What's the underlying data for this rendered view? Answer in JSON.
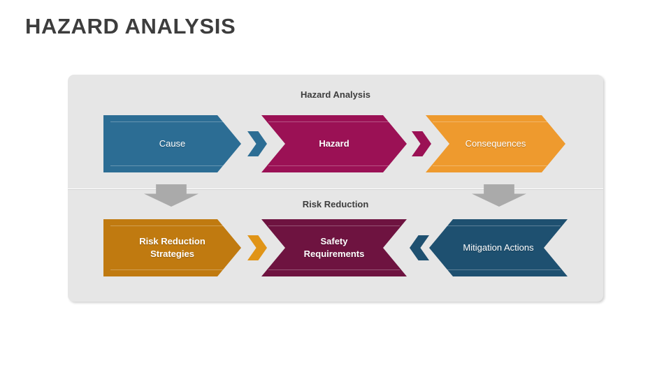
{
  "title": "HAZARD ANALYSIS",
  "panel": {
    "sections": [
      {
        "id": "hazard-analysis",
        "heading": "Hazard Analysis"
      },
      {
        "id": "risk-reduction",
        "heading": "Risk Reduction"
      }
    ]
  },
  "hazard_row": {
    "shapes": [
      {
        "label": "Cause",
        "shape": "pentagon-right",
        "color": "#2c6d94",
        "bold": false
      },
      {
        "label": "Hazard",
        "shape": "chevron-right",
        "color": "#9b1155",
        "bold": true
      },
      {
        "label": "Consequences",
        "shape": "chevron-right",
        "color": "#ee9a2e",
        "bold": false
      }
    ],
    "connectors": [
      {
        "name": "connector-cause-to-hazard",
        "direction": "right",
        "color": "#2c6d94"
      },
      {
        "name": "connector-hazard-to-consequences",
        "direction": "right",
        "color": "#9b1155"
      }
    ]
  },
  "risk_row": {
    "shapes": [
      {
        "label": "Risk Reduction\nStrategies",
        "shape": "pentagon-right",
        "color": "#c07a10",
        "bold": true
      },
      {
        "label": "Safety\nRequirements",
        "shape": "pinched",
        "color": "#6e1340",
        "bold": true
      },
      {
        "label": "Mitigation Actions",
        "shape": "pentagon-left",
        "color": "#1e5070",
        "bold": false
      }
    ],
    "connectors": [
      {
        "name": "connector-strategies-to-requirements",
        "direction": "right",
        "color": "#e09417"
      },
      {
        "name": "connector-mitigation-to-requirements",
        "direction": "left",
        "color": "#1e5070"
      }
    ]
  },
  "flow_arrows": [
    {
      "name": "down-arrow-left",
      "color": "#aaaaaa"
    },
    {
      "name": "down-arrow-right",
      "color": "#aaaaaa"
    }
  ]
}
